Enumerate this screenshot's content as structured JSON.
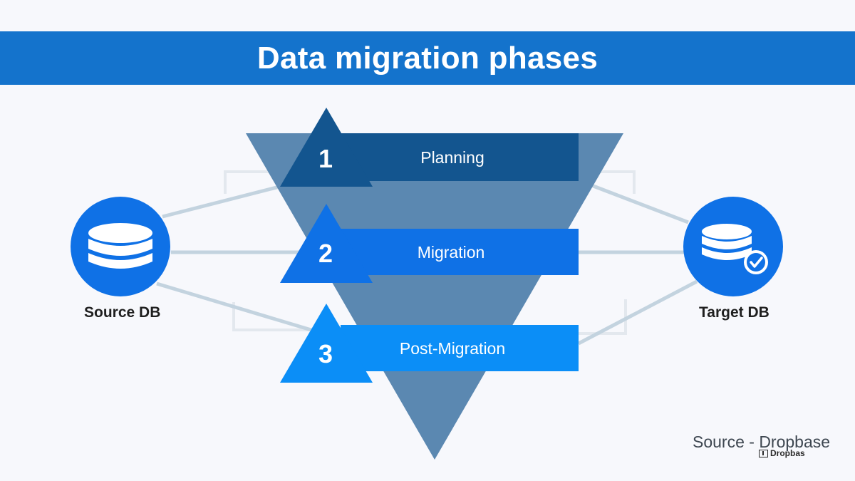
{
  "title": "Data migration phases",
  "phases": [
    {
      "number": "1",
      "label": "Planning"
    },
    {
      "number": "2",
      "label": "Migration"
    },
    {
      "number": "3",
      "label": "Post-Migration"
    }
  ],
  "source": {
    "label": "Source DB",
    "icon": "database-icon"
  },
  "target": {
    "label": "Target DB",
    "icon": "database-check-icon"
  },
  "footer": {
    "text": "Source - Dropbase",
    "brand": "Dropbas"
  },
  "colors": {
    "title_bar": "#1473cc",
    "funnel": "#5b88b1",
    "phase_1": "#13558f",
    "phase_2": "#0f71e6",
    "phase_3": "#0b8ef7",
    "db_circle": "#0f71e6",
    "connector": "#c3d3df"
  }
}
